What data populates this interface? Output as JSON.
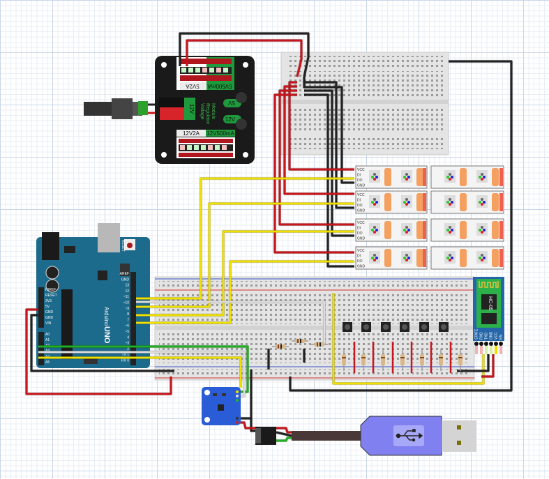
{
  "regulator": {
    "top_left_label": "5V2A",
    "top_right_label": "5V500mA",
    "input_label": "12V",
    "title_line1": "Voltage",
    "title_line2": "Regulator",
    "title_line3": "Module",
    "button_5v": "5V",
    "button_12v": "12V",
    "bottom_left_label": "12V2A",
    "bottom_right_label": "12V500mA"
  },
  "arduino": {
    "brand": "Arduino",
    "model": "UNO",
    "reset_label": "RESET",
    "power_pins": [
      "IOREF",
      "RESET",
      "3V3",
      "5V",
      "GND",
      "GND",
      "VIN"
    ],
    "analog_pins": [
      "A0",
      "A1",
      "A2",
      "A3",
      "A4",
      "A5"
    ],
    "digital_pins": [
      "AREF",
      "GND",
      "13",
      "12",
      "~11",
      "~10",
      "~9",
      "8",
      "7",
      "~6",
      "~5",
      "4",
      "~3",
      "2",
      "TX 1",
      "RX 0"
    ]
  },
  "bluetooth": {
    "model": "HC-05",
    "pins": [
      "STATE",
      "RXD",
      "TXD",
      "GND",
      "VCC",
      "EN"
    ]
  },
  "led_strip": {
    "pin_labels": [
      "VCC",
      "DI",
      "DO",
      "GND"
    ],
    "rows": 4,
    "leds_per_row": 4
  },
  "colors": {
    "wire_red": "#c8161d",
    "wire_black": "#222222",
    "wire_yellow": "#f0e000",
    "wire_green": "#21b021",
    "wire_white": "#dddddd",
    "arduino_teal": "#1d6b8c",
    "usb_purple": "#8080f0",
    "sensor_blue": "#2a5cd8"
  }
}
